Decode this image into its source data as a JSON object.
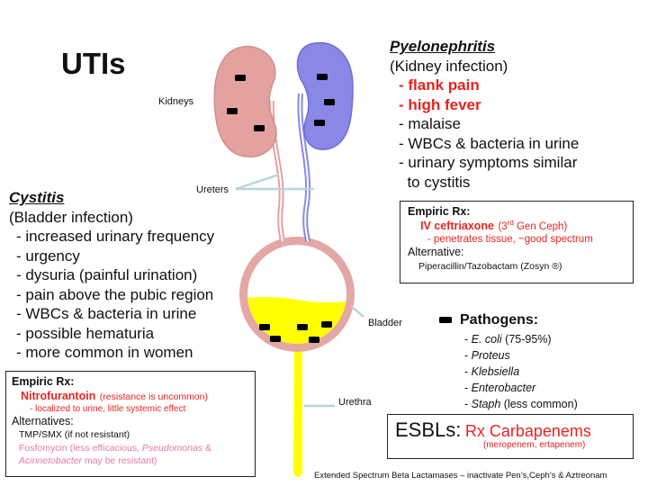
{
  "title": "UTIs",
  "labels": {
    "kidneys": "Kidneys",
    "ureters": "Ureters",
    "bladder": "Bladder",
    "urethra": "Urethra"
  },
  "pyelonephritis": {
    "heading": "Pyelonephritis",
    "subtitle": "(Kidney infection)",
    "items": [
      "- flank pain",
      "- high fever",
      "- malaise",
      "- WBCs & bacteria in urine",
      "- urinary symptoms similar",
      "  to cystitis"
    ]
  },
  "cystitis": {
    "heading": "Cystitis",
    "subtitle": "(Bladder infection)",
    "items": [
      "- increased urinary frequency",
      "- urgency",
      "- dysuria (painful urination)",
      "- pain above the pubic region",
      "- WBCs & bacteria in urine",
      "- possible hematuria",
      "- more common in women"
    ]
  },
  "pyelo_rx": {
    "heading": "Empiric Rx:",
    "drug": "IV ceftriaxone",
    "drug_note_pre": "(3",
    "drug_note_sup": "rd",
    "drug_note_post": " Gen Ceph)",
    "note": "- penetrates tissue, ~good spectrum",
    "alt_heading": "Alternative:",
    "alt": "Piperacillin/Tazobactam (Zosyn ®)"
  },
  "cystitis_rx": {
    "heading": "Empiric Rx:",
    "drug": "Nitrofurantoin",
    "drug_note": "(resistance is uncommon)",
    "note": "- localized to urine, little systemic effect",
    "alt_heading": "Alternatives:",
    "alt1": "TMP/SMX (if not resistant)",
    "alt2_pre": "Fosfomycin (less efficacious, ",
    "alt2_italic": "Pseudomonas",
    "alt2_mid": " &",
    "alt2_italic2": "Acinnetobacter",
    "alt2_post": " may be resistant)"
  },
  "pathogens": {
    "heading": "Pathogens:",
    "items": [
      {
        "italic": "E. coli",
        "rest": " (75-95%)"
      },
      {
        "italic": "Proteus",
        "rest": ""
      },
      {
        "italic": "Klebsiella",
        "rest": ""
      },
      {
        "italic": "Enterobacter",
        "rest": ""
      },
      {
        "italic": "Staph",
        "rest": " (less common)"
      }
    ]
  },
  "esbl": {
    "label": "ESBLs:",
    "rx": "Rx Carbapenems",
    "sub": "(meropenem, ertapenem)"
  },
  "footnote": "Extended Spectrum Beta Lactamases – inactivate Pen’s,Ceph’s & Aztreonam",
  "colors": {
    "left_kidney": "#e3a2a0",
    "right_kidney": "#8a88e6",
    "urine": "#ffff00",
    "bladder_wall": "#e3a7a5",
    "emphasis_red": "#e8231f",
    "pointer_line": "#b9d3dc"
  }
}
